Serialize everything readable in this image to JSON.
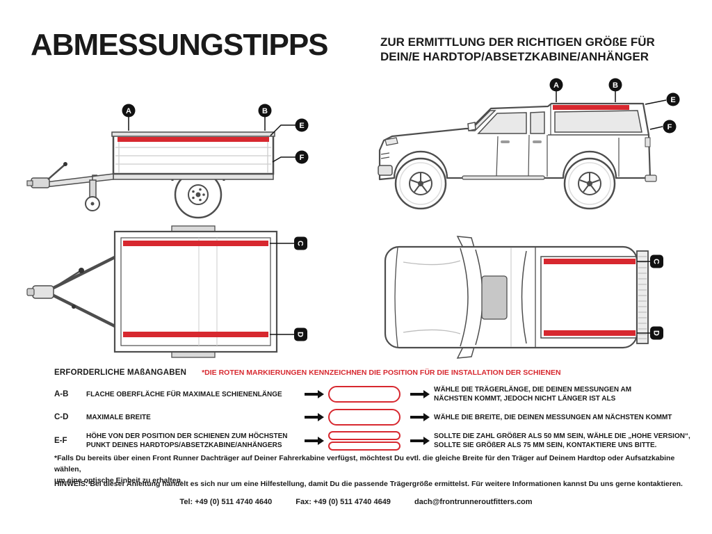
{
  "header": {
    "title": "ABMESSUNGSTIPPS",
    "subtitle_line1": "ZUR ERMITTLUNG DER RICHTIGEN GRÖßE FÜR",
    "subtitle_line2": "DEIN/E HARDTOP/ABSETZKABINE/ANHÄNGER"
  },
  "colors": {
    "accent_red": "#d7282f",
    "line_gray": "#4d4d4d"
  },
  "diagrams": {
    "trailer_side": {
      "label": "trailer-side-view",
      "markers": [
        "A",
        "B",
        "E",
        "F"
      ]
    },
    "truck_side": {
      "label": "truck-side-view",
      "markers": [
        "A",
        "B",
        "E",
        "F"
      ]
    },
    "trailer_top": {
      "label": "trailer-top-view",
      "markers": [
        "C",
        "D"
      ]
    },
    "truck_top": {
      "label": "truck-top-view",
      "markers": [
        "C",
        "D"
      ]
    }
  },
  "measurements": {
    "heading": "ERFORDERLICHE MAßANGABEN",
    "red_note": "*DIE ROTEN MARKIERUNGEN KENNZEICHNEN DIE POSITION FÜR DIE INSTALLATION DER SCHIENEN",
    "rows": [
      {
        "id": "A-B",
        "description": "FLACHE OBERFLÄCHE FÜR MAXIMALE SCHIENENLÄNGE",
        "result": "WÄHLE DIE TRÄGERLÄNGE, DIE DEINEN MESSUNGEN AM\nNÄCHSTEN KOMMT, JEDOCH NICHT LÄNGER IST ALS"
      },
      {
        "id": "C-D",
        "description": "MAXIMALE BREITE",
        "result": "WÄHLE DIE BREITE, DIE DEINEN MESSUNGEN AM NÄCHSTEN KOMMT"
      },
      {
        "id": "E-F",
        "description": "HÖHE VON DER POSITION DER SCHIENEN ZUM HÖCHSTEN\nPUNKT DEINES HARDTOPS/ABSETZKABINE/ANHÄNGERS",
        "result": "SOLLTE DIE ZAHL GRÖßER ALS 50 MM SEIN, WÄHLE DIE „HOHE VERSION“,\nSOLLTE SIE GRÖßER ALS 75 MM SEIN, KONTAKTIERE UNS BITTE."
      }
    ]
  },
  "notes": {
    "asterisk": "*Falls Du bereits über einen Front Runner Dachträger auf Deiner Fahrerkabine verfügst, möchtest Du evtl. die gleiche Breite für den Träger auf Deinem Hardtop oder Aufsatzkabine wählen,\num eine optische Einheit zu erhalten.",
    "hinweis": "HINWEIS: Bei dieser Anleitung handelt es sich nur um eine Hilfestellung, damit Du die passende Trägergröße ermittelst. Für weitere Informationen kannst Du uns gerne kontaktieren."
  },
  "footer": {
    "tel": "Tel: +49 (0) 511 4740 4640",
    "fax": "Fax: +49 (0) 511 4740 4649",
    "email": "dach@frontrunneroutfitters.com"
  }
}
